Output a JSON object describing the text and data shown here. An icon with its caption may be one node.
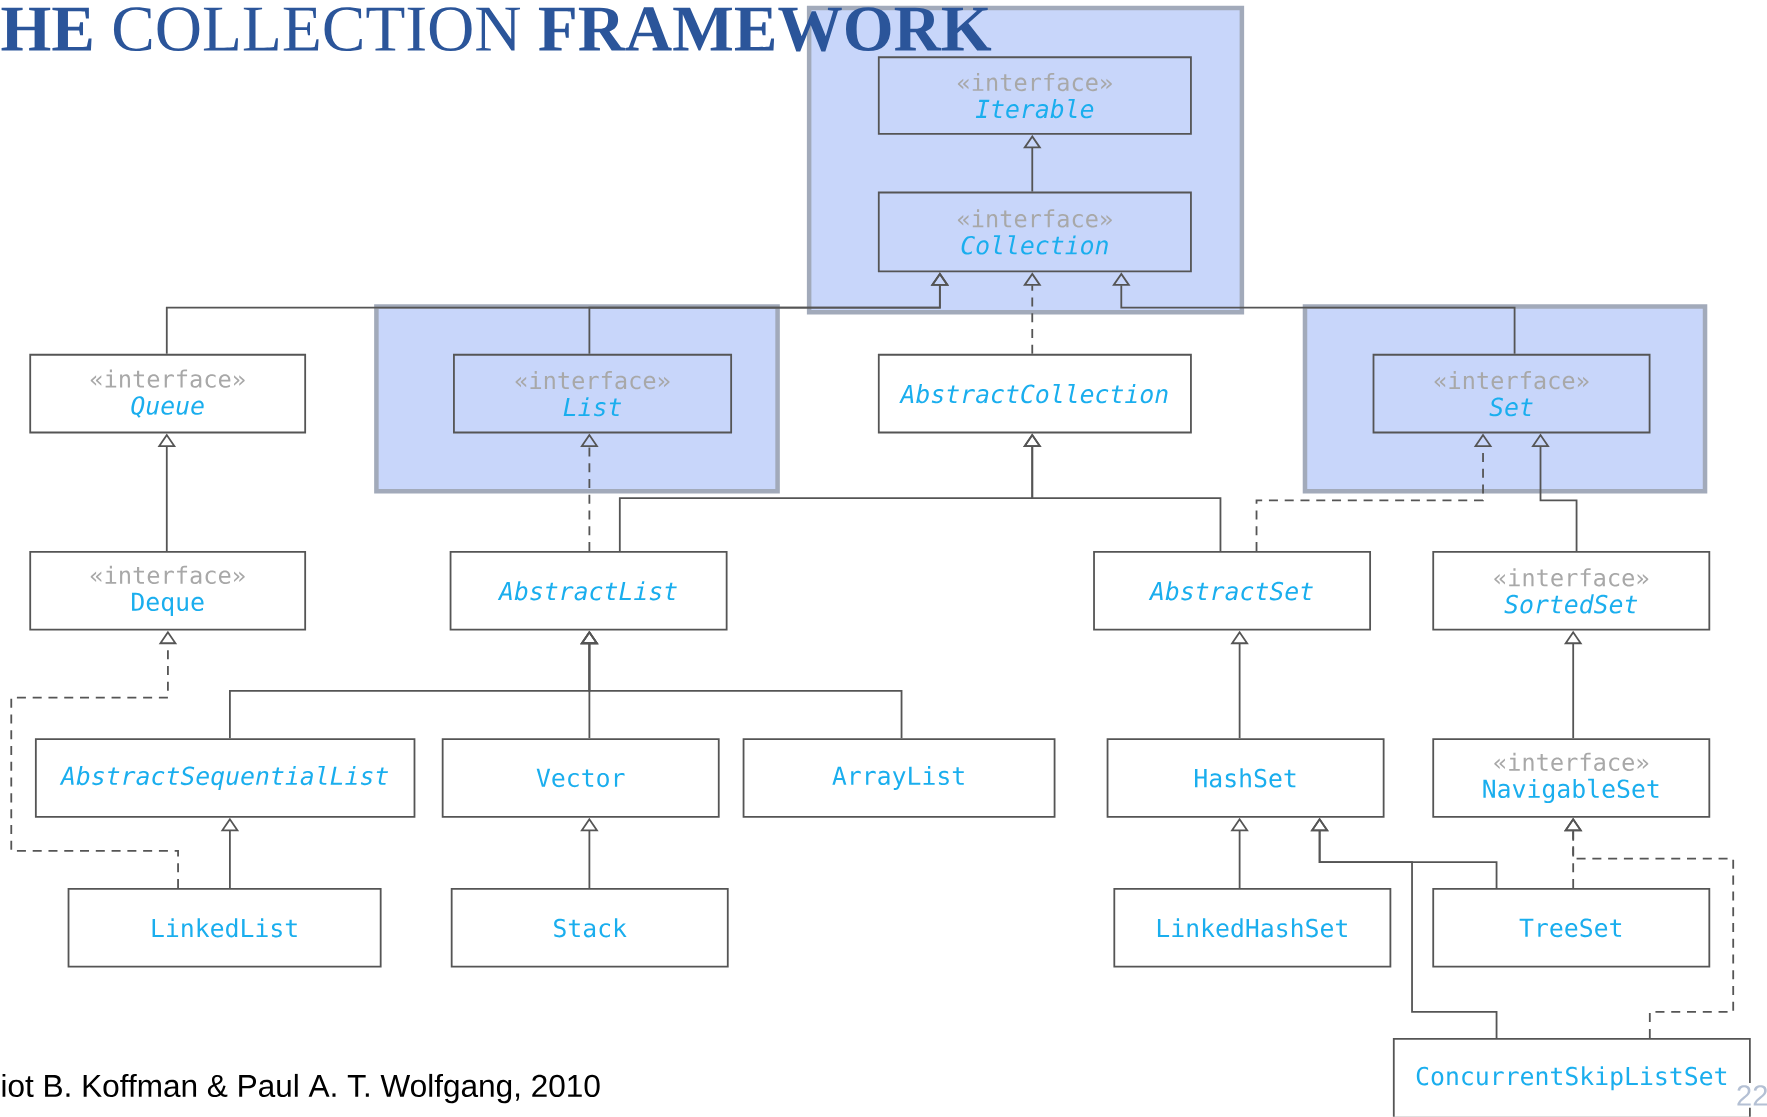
{
  "diagram": {
    "title": "**HE** COLLECTION **FRAMEWORK**",
    "nodes": [
      {
        "text": [],
        "shape": "box"
      },
      {
        "text": [
          "«interface»",
          "Iterable"
        ],
        "in": 0
      },
      {
        "text": [
          "«interface»",
          "Collection"
        ],
        "in": 0
      },
      {
        "text": [],
        "shape": "box"
      },
      {
        "text": [
          "«interface»",
          "Queue"
        ]
      },
      {
        "text": [
          "«interface»",
          "List"
        ],
        "in": 3
      },
      {
        "text": [
          "AbstractCollection"
        ]
      },
      {
        "text": [],
        "shape": "box"
      },
      {
        "text": [
          "«interface»",
          "Set"
        ],
        "in": 7
      },
      {
        "text": [
          "«interface»",
          "Deque"
        ]
      },
      {
        "text": [
          "AbstractList"
        ]
      },
      {
        "text": [
          "AbstractSet"
        ]
      },
      {
        "text": [
          "«interface»",
          "SortedSet"
        ]
      },
      {
        "text": [
          "AbstractSequentialList"
        ]
      },
      {
        "text": [
          "Vector"
        ]
      },
      {
        "text": [
          "ArrayList"
        ]
      },
      {
        "text": [
          "HashSet"
        ]
      },
      {
        "text": [
          "«interface»",
          "NavigableSet"
        ]
      },
      {
        "text": [
          "LinkedList"
        ]
      },
      {
        "text": [
          "Stack"
        ]
      },
      {
        "text": [
          "LinkedHashSet"
        ]
      },
      {
        "text": [
          "TreeSet"
        ]
      },
      {
        "text": [
          "ConcurrentSkipListSet"
        ]
      }
    ],
    "edges": [
      {
        "from": 2,
        "to": 1,
        "arrow": "to"
      },
      {
        "from": 4,
        "to": 2,
        "arrow": "to"
      },
      {
        "from": 5,
        "to": 2,
        "arrow": "to"
      },
      {
        "from": 6,
        "to": 2,
        "arrow": "to",
        "style": "dashed"
      },
      {
        "from": 8,
        "to": 2,
        "arrow": "to"
      },
      {
        "from": 9,
        "to": 4,
        "arrow": "to"
      },
      {
        "from": 10,
        "to": 5,
        "arrow": "to",
        "style": "dashed"
      },
      {
        "from": 10,
        "to": 6,
        "arrow": "to"
      },
      {
        "from": 11,
        "to": 6,
        "arrow": "to"
      },
      {
        "from": 11,
        "to": 8,
        "arrow": "to",
        "style": "dashed"
      },
      {
        "from": 12,
        "to": 8,
        "arrow": "to"
      },
      {
        "from": 13,
        "to": 10,
        "arrow": "to"
      },
      {
        "from": 14,
        "to": 10,
        "arrow": "to"
      },
      {
        "from": 15,
        "to": 10,
        "arrow": "to"
      },
      {
        "from": 16,
        "to": 11,
        "arrow": "to"
      },
      {
        "from": 17,
        "to": 12,
        "arrow": "to"
      },
      {
        "from": 18,
        "to": 13,
        "arrow": "to"
      },
      {
        "from": 18,
        "to": 9,
        "arrow": "to",
        "style": "dashed"
      },
      {
        "from": 19,
        "to": 14,
        "arrow": "to"
      },
      {
        "from": 20,
        "to": 16,
        "arrow": "to"
      },
      {
        "from": 21,
        "to": 16,
        "arrow": "to"
      },
      {
        "from": 21,
        "to": 17,
        "arrow": "to",
        "style": "dashed"
      },
      {
        "from": 22,
        "to": 16,
        "arrow": "to"
      },
      {
        "from": 22,
        "to": 17,
        "arrow": "to",
        "style": "dashed"
      }
    ],
    "labels": [
      "iot B. Koffman & Paul A. T. Wolfgang, 2010",
      "22"
    ]
  }
}
